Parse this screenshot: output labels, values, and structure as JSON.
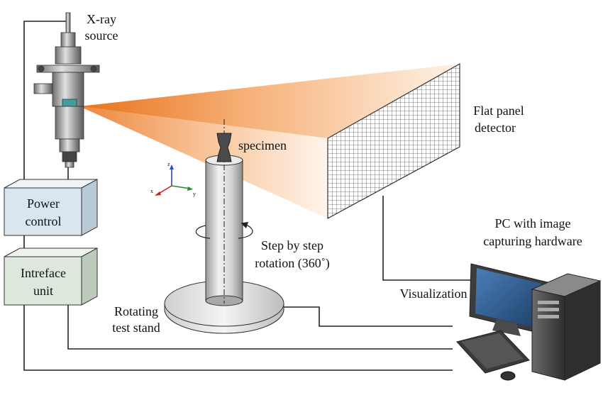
{
  "labels": {
    "xray_line1": "X-ray",
    "xray_line2": "source",
    "detector_line1": "Flat panel",
    "detector_line2": "detector",
    "specimen": "specimen",
    "power_line1": "Power",
    "power_line2": "control",
    "interface_line1": "Intreface",
    "interface_line2": "unit",
    "rotation_line1": "Step by step",
    "rotation_line2": "rotation (360˚)",
    "stand_line1": "Rotating",
    "stand_line2": "test stand",
    "pc_line1": "PC with image",
    "pc_line2": "capturing hardware",
    "visualization": "Visualization",
    "axis_z": "z",
    "axis_y": "y",
    "axis_x": "x"
  },
  "colors": {
    "beam": "#f08a2a",
    "box_power": "#d9e6ef",
    "box_interface": "#dde8dc",
    "screen": "#2f5f94",
    "axis_x": "#c81e1e",
    "axis_y": "#2a8a2a",
    "axis_z": "#2a4fc0"
  }
}
